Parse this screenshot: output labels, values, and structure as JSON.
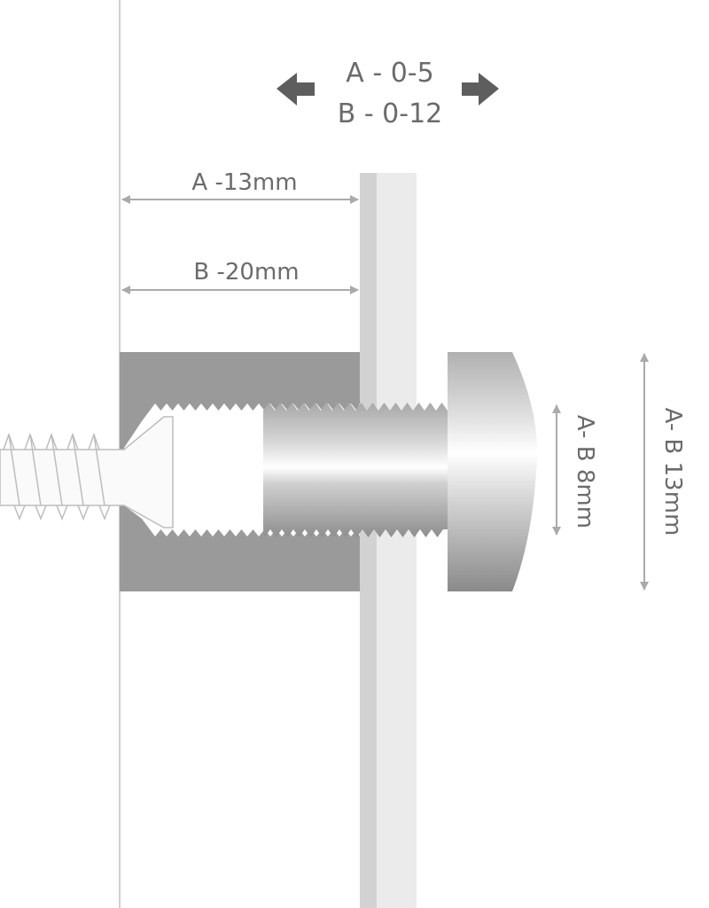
{
  "adjustment": {
    "line_a": "A - 0-5",
    "line_b": "B - 0-12"
  },
  "dimensions": {
    "a_depth": "A -13mm",
    "b_depth": "B -20mm",
    "bolt_diameter": "A- B 8mm",
    "cap_diameter": "A- B 13mm"
  },
  "colors": {
    "barrel": "#9a9a9a",
    "glass_edge": "#d2d2d2",
    "glass": "#ebebeb",
    "arrow": "#5e5e5e",
    "dim_line": "#aaaaaa"
  }
}
